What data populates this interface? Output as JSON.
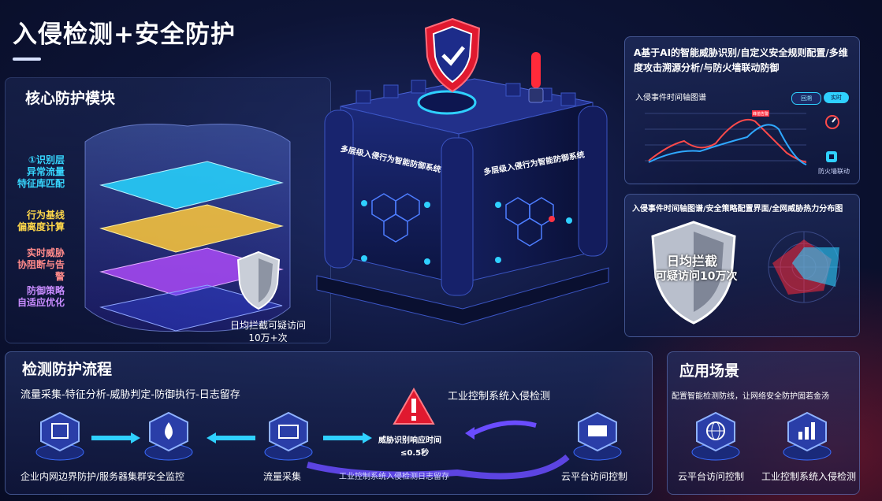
{
  "page": {
    "title": "入侵检测+安全防护"
  },
  "core_module": {
    "heading": "核心防护模块",
    "layers": [
      {
        "text": "①识别层\n异常流量\n特征库匹配",
        "color": "#37d7ff"
      },
      {
        "text": "行为基线\n偏离度计算",
        "color": "#ffd84a"
      },
      {
        "text": "实时威胁\n协阻断与告警",
        "color": "#ff8a8a"
      },
      {
        "text": "防御策略\n自适应优化",
        "color": "#c88cff"
      }
    ],
    "shield_caption_line1": "日均拦截可疑访问",
    "shield_caption_line2": "10万+次"
  },
  "center": {
    "box_label_front": "多层级入侵行为智能防御系统",
    "box_label_side": "多层级入侵行为智能防御系统"
  },
  "right_top": {
    "headline": "A基于AI的智能威胁识别/自定义安全规则配置/多维度攻击溯源分析/与防火墙联动防御",
    "chart_title": "入侵事件时间轴图谱",
    "toggle_a": "回溯",
    "toggle_b": "实时",
    "peak_label": "峰值告警",
    "side_label": "防火墙联动"
  },
  "right_mid": {
    "headline": "入侵事件时间轴图谱/安全策略配置界面/全网威胁热力分布图",
    "shield_line1": "日均拦截",
    "shield_line2": "可疑访问10万次"
  },
  "flow": {
    "heading": "检测防护流程",
    "subtitle": "流量采集-特征分析-威胁判定-防御执行-日志留存",
    "industrial_label": "工业控制系统入侵检测",
    "response_label_1": "威胁识别响应时间",
    "response_label_2": "≤0.5秒",
    "node_labels": [
      "企业内网边界防护/服务器集群安全监控",
      "",
      "流量采集",
      "",
      "云平台访问控制"
    ],
    "bottom_path_label": "工业控制系统入侵检测日志留存"
  },
  "scenarios": {
    "heading": "应用场景",
    "subtitle": "配置智能检测防线，让网络安全防护固若金汤",
    "items": [
      "云平台访问控制",
      "工业控制系统入侵检测"
    ]
  },
  "colors": {
    "accent_cyan": "#2fd0ff",
    "alert_red": "#e0192f",
    "panel_border": "#7896e6"
  }
}
